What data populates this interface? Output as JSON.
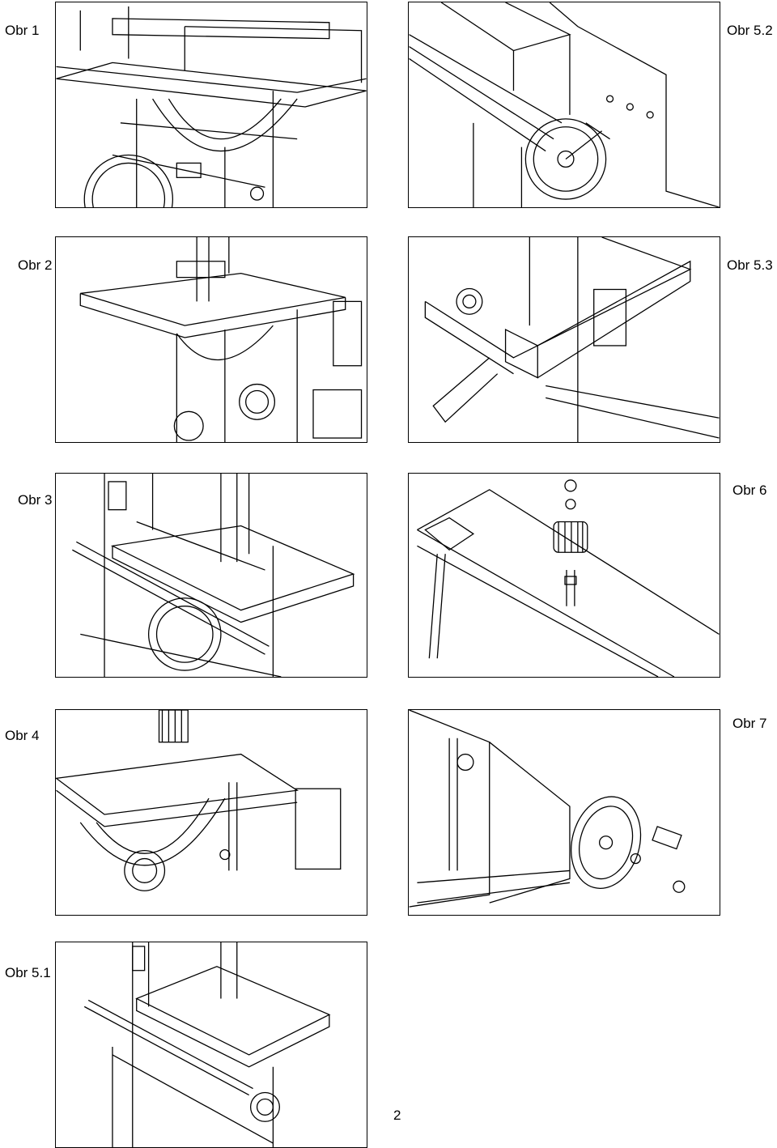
{
  "figures": [
    {
      "id": "obr1",
      "label": "Obr 1"
    },
    {
      "id": "obr52",
      "label": "Obr 5.2"
    },
    {
      "id": "obr2",
      "label": "Obr 2"
    },
    {
      "id": "obr53",
      "label": "Obr 5.3"
    },
    {
      "id": "obr3",
      "label": "Obr 3"
    },
    {
      "id": "obr6",
      "label": "Obr 6"
    },
    {
      "id": "obr4",
      "label": "Obr 4"
    },
    {
      "id": "obr7",
      "label": "Obr 7"
    },
    {
      "id": "obr51",
      "label": "Obr 5.1"
    }
  ],
  "page_number": "2"
}
